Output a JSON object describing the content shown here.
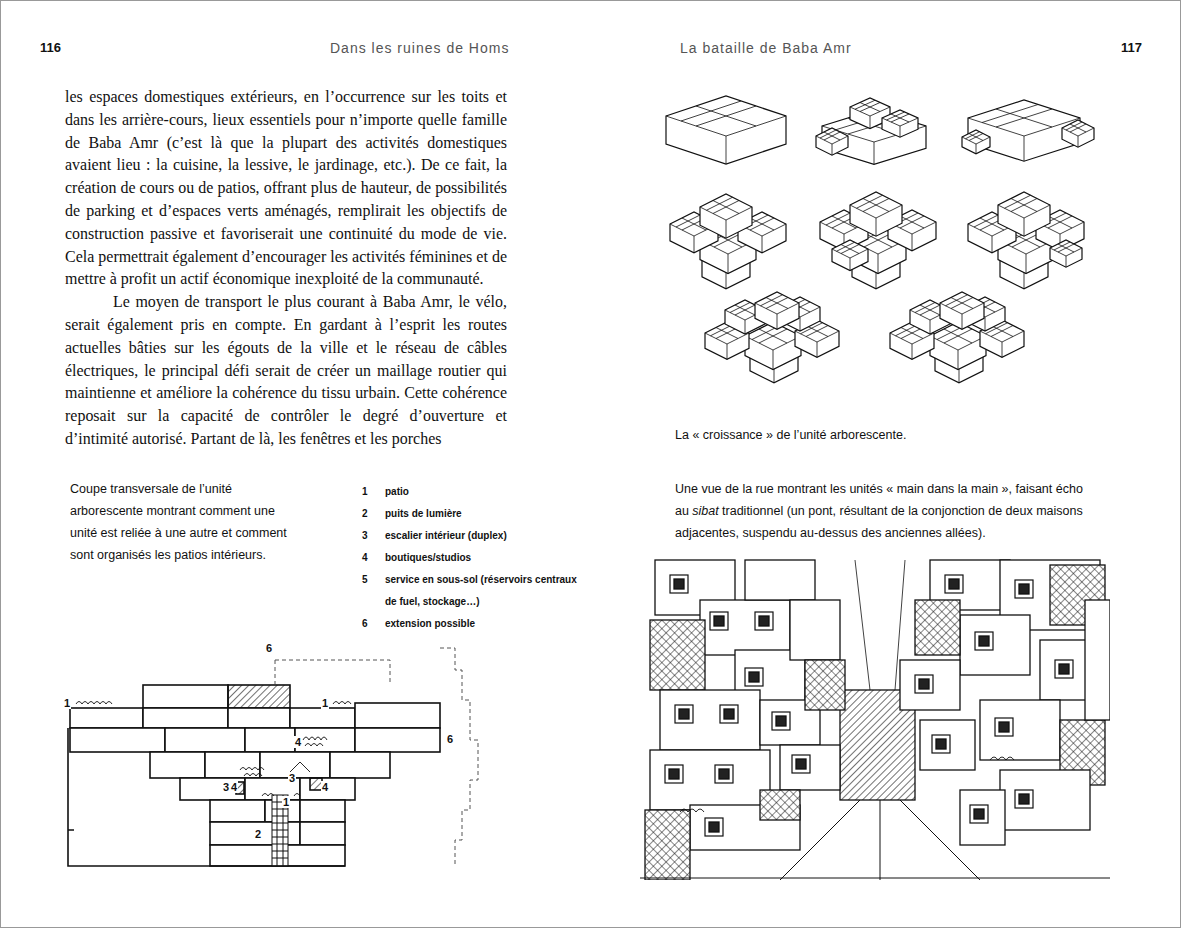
{
  "diagram": {
    "labels": [
      "116",
      "Dans les ruines de Homs",
      "La bataille de Baba Amr",
      "117",
      "les espaces domestiques extérieurs, en l’occurrence sur les toits et dans les arrière-cours, lieux essentiels pour n’importe quelle famille de Baba Amr (c’est là que la plupart des activités domestiques avaient lieu : la cuisine, la lessive, le jardinage, etc.). De ce fait, la création de cours ou de patios, offrant plus de hauteur, de possibilités de parking et d’espaces verts aménagés, remplirait les objectifs de construction passive et favoriserait une continuité du mode de vie. Cela permettrait également d’encourager les activités féminines et de mettre à profit un actif économique inexploité de la communauté.",
      "Le moyen de transport le plus courant à Baba Amr, le vélo, serait également pris en compte. En gardant à l’esprit les routes actuelles bâties sur les égouts de la ville et le réseau de câbles électriques, le principal défi serait de créer un maillage routier qui maintienne et améliore la cohérence du tissu urbain. Cette cohérence reposait sur la capacité de contrôler le degré d’ouverture et d’intimité autorisé. Partant de là, les fenêtres et les porches",
      "Coupe transversale de l’unité arborescente montrant comment une unité est reliée à une autre et comment sont organisés les patios intérieurs.",
      "1",
      "patio",
      "2",
      "puits de lumière",
      "3",
      "escalier intérieur (duplex)",
      "4",
      "boutiques/studios",
      "5",
      "service en sous-sol (réservoirs centraux de fuel, stockage…)",
      "6",
      "extension possible",
      "6",
      "1",
      "1",
      "4",
      "6",
      "3",
      "3",
      "4",
      "4",
      "1",
      "2",
      "La « croissance » de l’unité arborescente.",
      "Une vue de la rue montrant les unités « main dans la main », faisant écho au",
      "sibat",
      "traditionnel (un pont, résultant de la conjonction de deux maisons adjacentes, suspendu au-dessus des anciennes allées)."
    ]
  }
}
